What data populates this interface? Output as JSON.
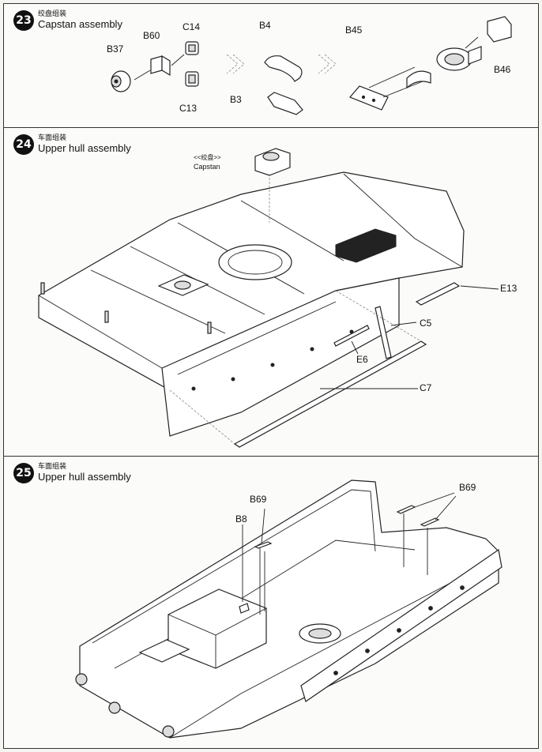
{
  "steps": [
    {
      "number": "23",
      "title_cn": "绞盘组装",
      "title_en": "Capstan assembly",
      "parts": [
        "B37",
        "B60",
        "C14",
        "C13",
        "B4",
        "B3",
        "B45",
        "B46"
      ]
    },
    {
      "number": "24",
      "title_cn": "车面组装",
      "title_en": "Upper hull assembly",
      "callout_cn": "<<绞盘>>",
      "callout_en": "Capstan",
      "parts": [
        "E13",
        "C5",
        "E6",
        "C7"
      ]
    },
    {
      "number": "25",
      "title_cn": "车面组装",
      "title_en": "Upper hull assembly",
      "parts": [
        "B69",
        "B8",
        "B69"
      ]
    }
  ]
}
